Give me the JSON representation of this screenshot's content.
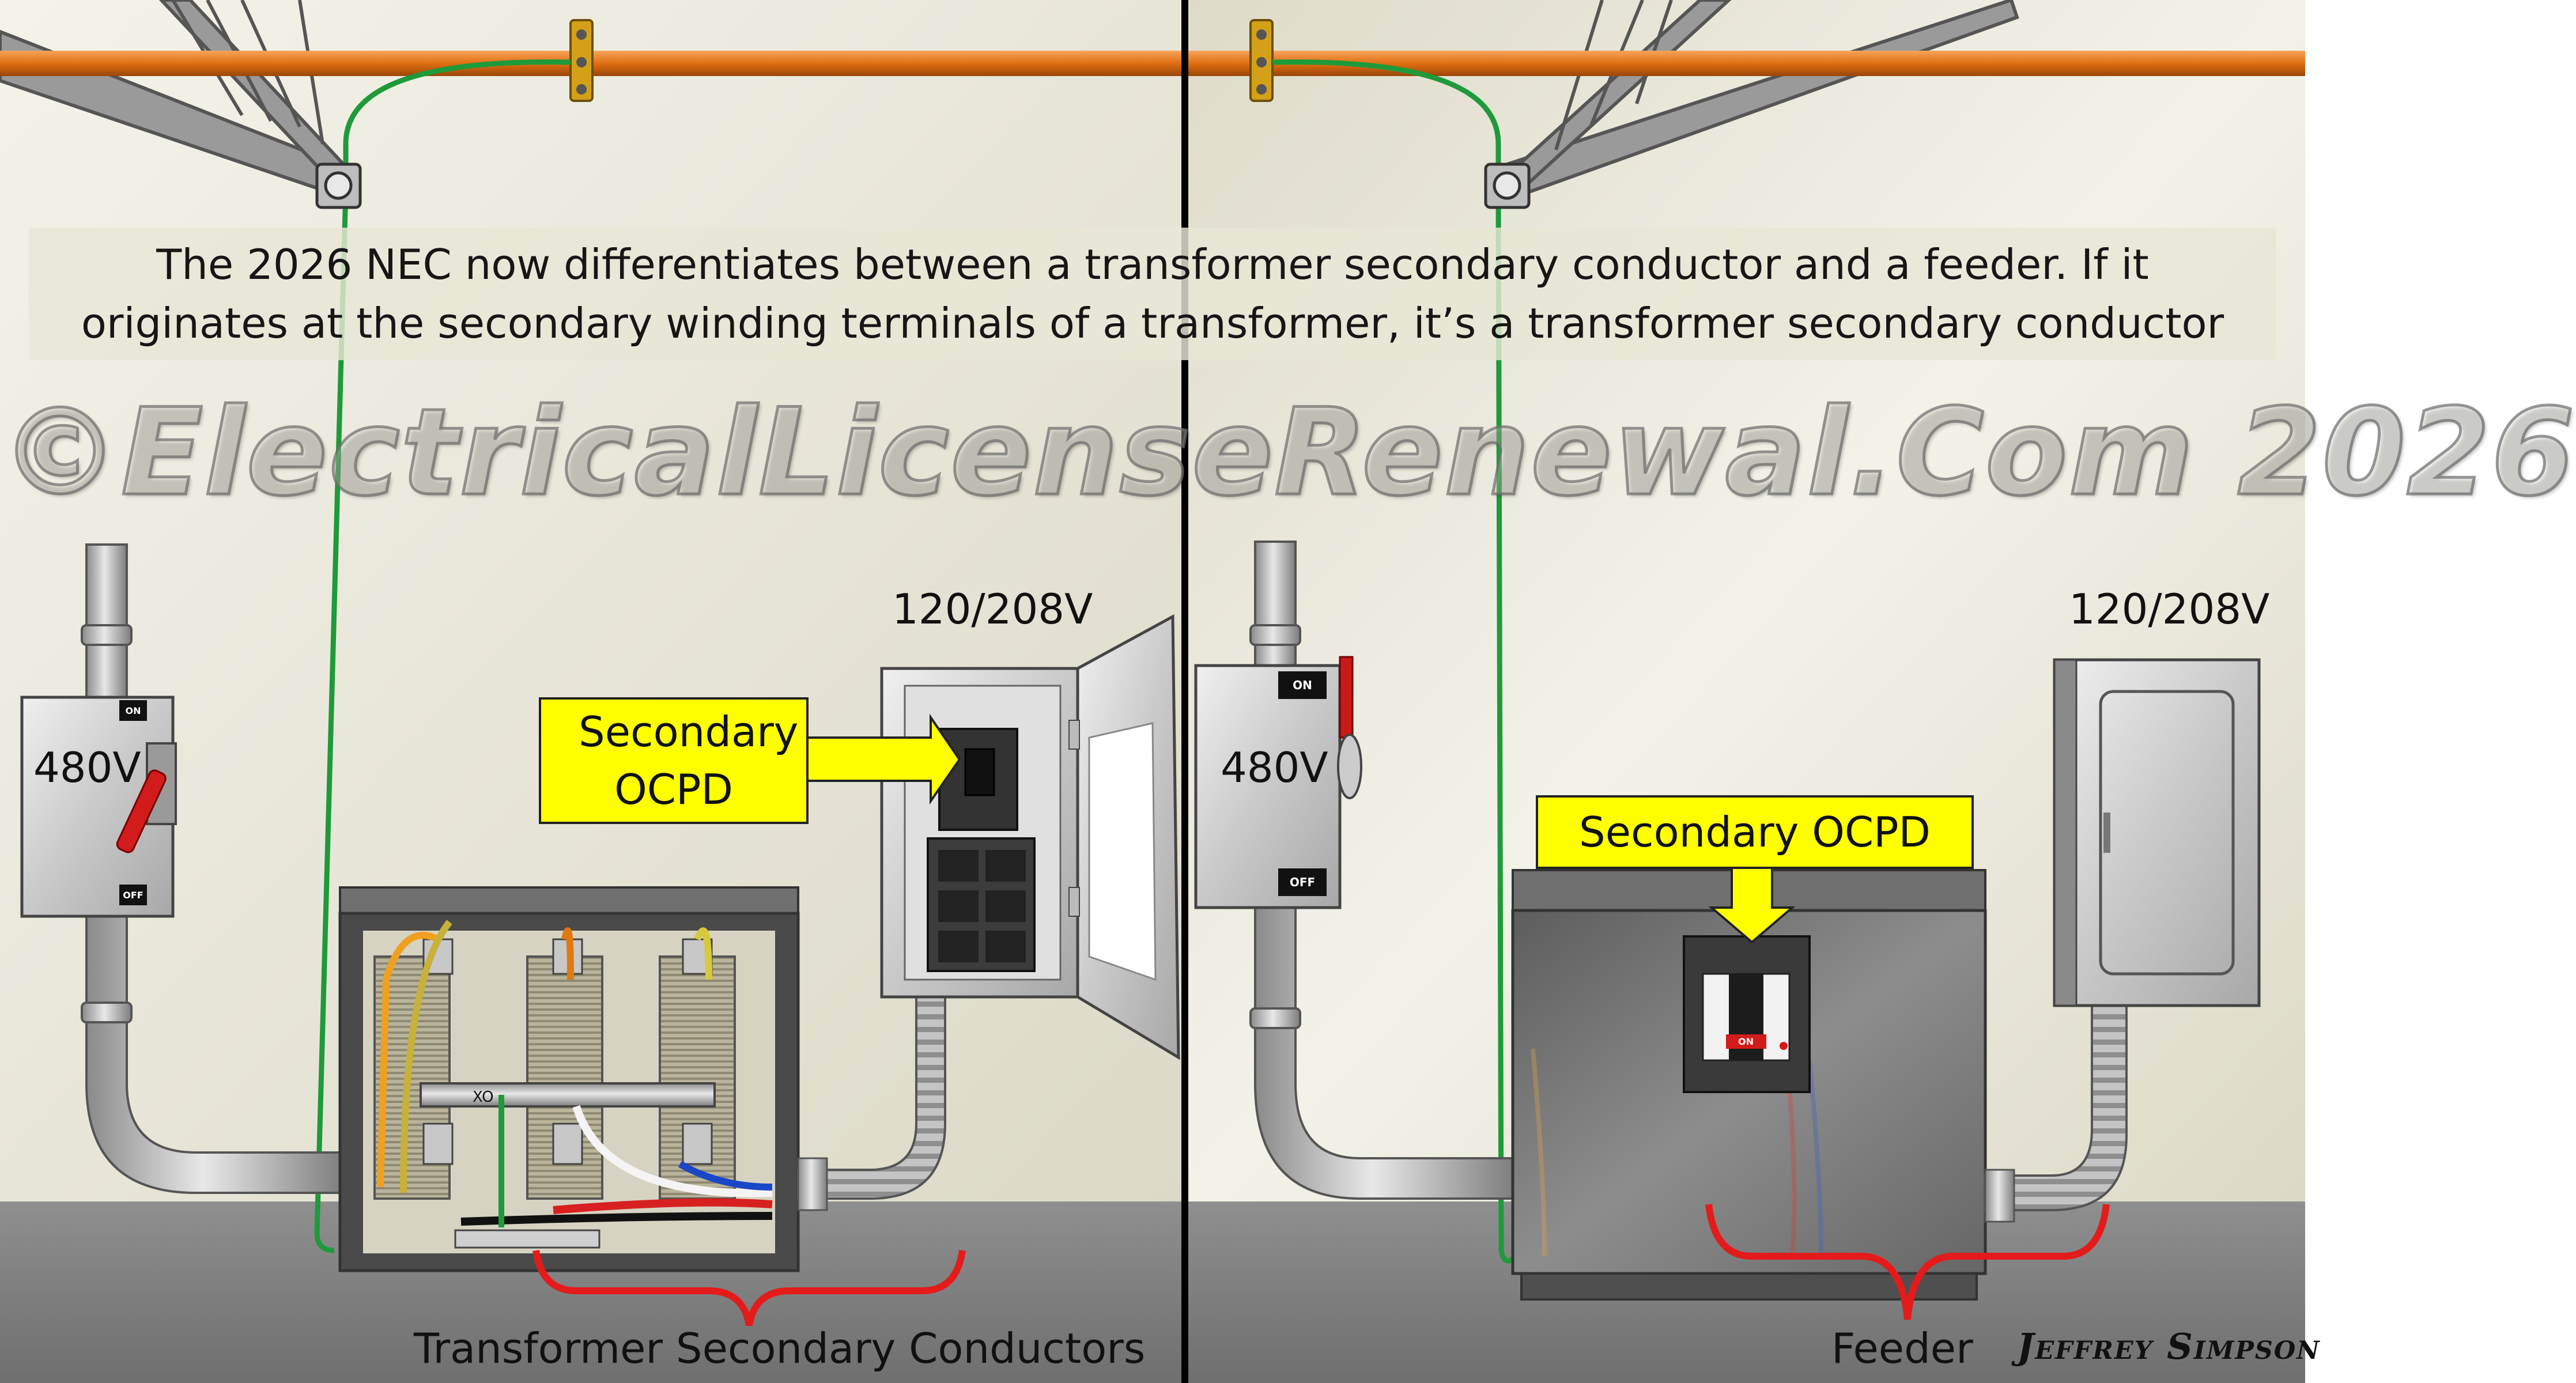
{
  "caption": {
    "line1": "The 2026 NEC now differentiates between a transformer secondary conductor and a feeder. If it",
    "line2": "originates at the secondary winding terminals of a transformer, it’s a transformer secondary conductor"
  },
  "watermark": "©ElectricalLicenseRenewal.Com 2026",
  "left_panel": {
    "primary_voltage": "480V",
    "secondary_voltage": "120/208V",
    "ocpd_callout": "Secondary OCPD",
    "switch_on": "ON",
    "switch_off": "OFF",
    "terminal_label": "XO",
    "bracket_label": "Transformer Secondary Conductors"
  },
  "right_panel": {
    "primary_voltage": "480V",
    "secondary_voltage": "120/208V",
    "ocpd_callout": "Secondary OCPD",
    "switch_on": "ON",
    "switch_off": "OFF",
    "breaker_on": "ON",
    "bracket_label": "Feeder"
  },
  "signature": "Jeffrey Simpson",
  "colors": {
    "wall": "#e6e4d5",
    "floor": "#808080",
    "beam": "#e87a1c",
    "ground_wire": "#1f9a3a",
    "callout": "#ffff00",
    "bracket": "#e41b1b",
    "divider": "#000000"
  }
}
